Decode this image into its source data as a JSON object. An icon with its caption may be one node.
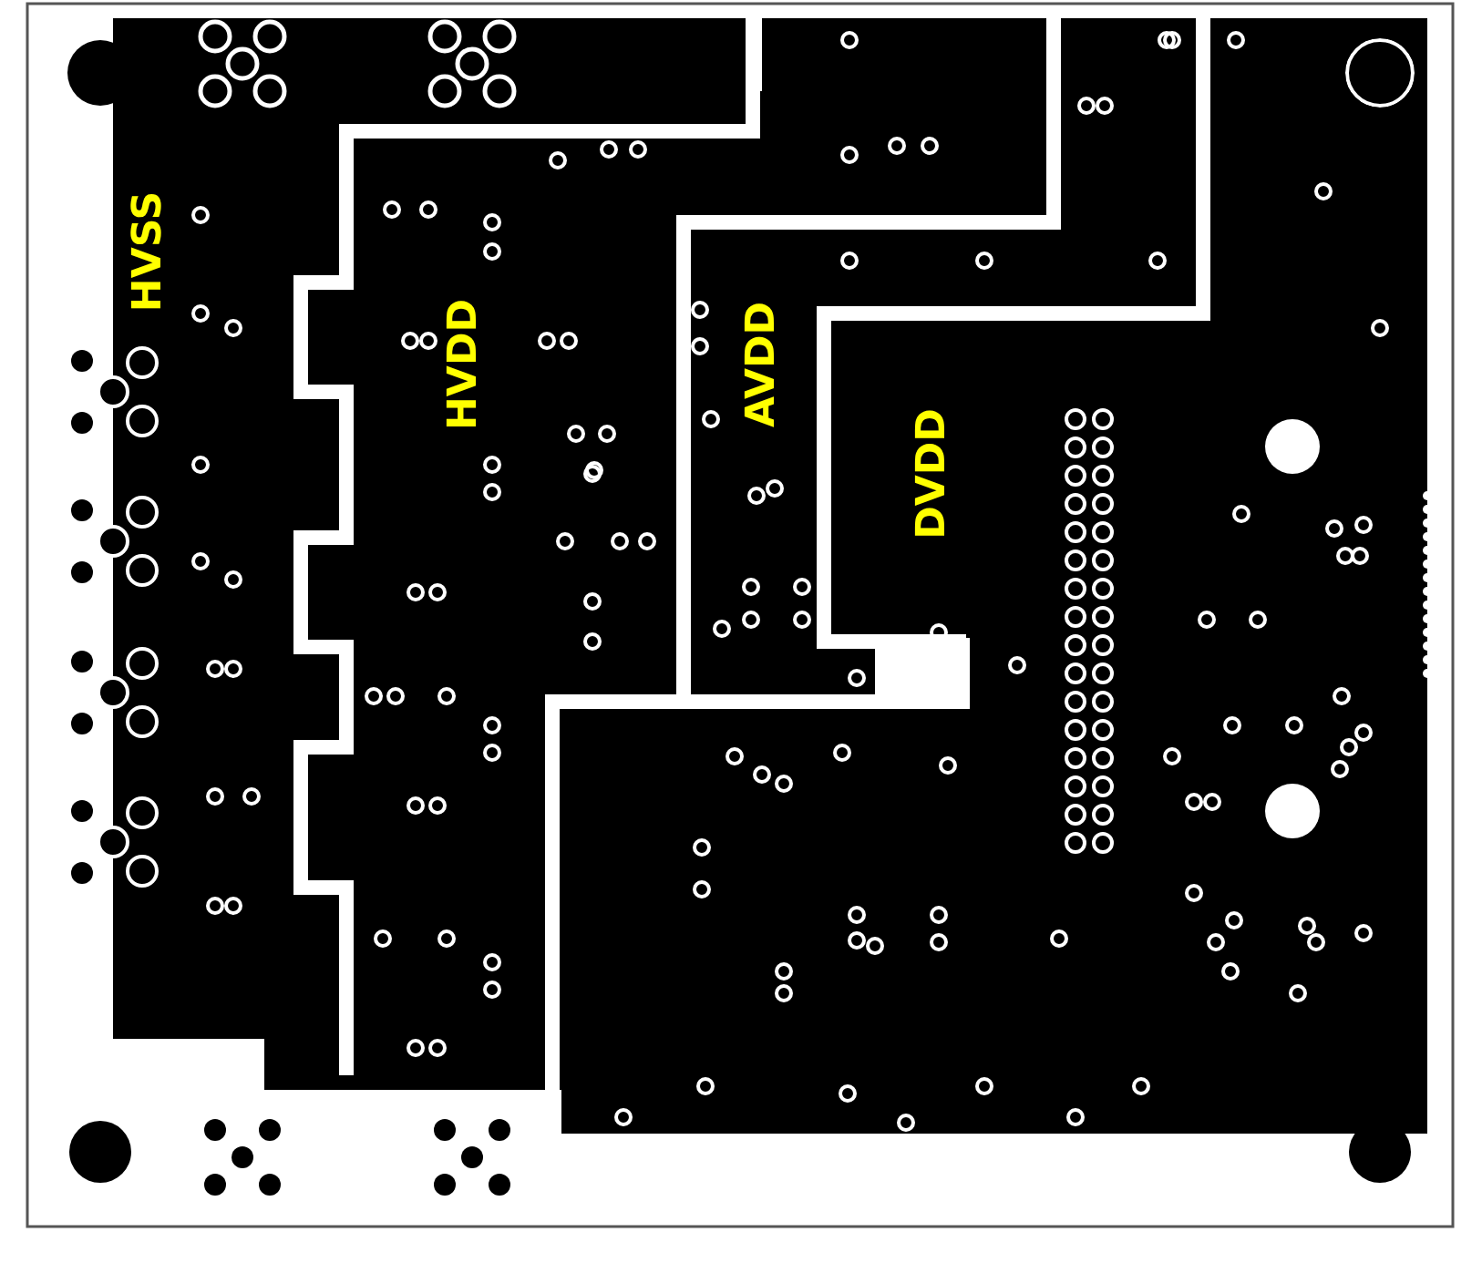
{
  "diagram": {
    "labels": [
      "HVSS",
      "HVDD",
      "AVDD",
      "DVDD"
    ]
  }
}
